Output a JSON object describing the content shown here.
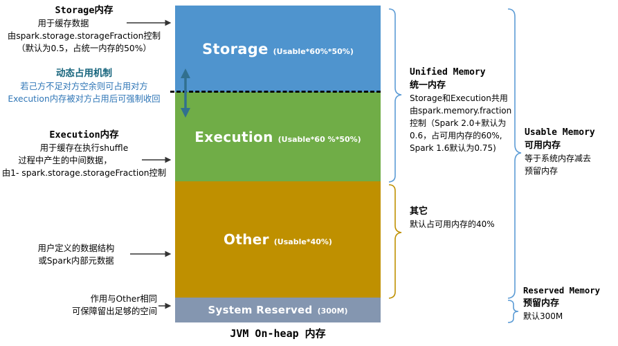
{
  "caption": "JVM On-heap 内存",
  "bar": {
    "segments": [
      {
        "label": "Storage",
        "note": "(Usable*60%*50%)",
        "color": "#4f94ce"
      },
      {
        "label": "Execution",
        "note": "(Usable*60 %*50%)",
        "color": "#70ad47"
      },
      {
        "label": "Other",
        "note": "(Usable*40%)",
        "color": "#bf9000"
      },
      {
        "label": "System Reserved",
        "note": "(300M)",
        "color": "#8496b0"
      }
    ]
  },
  "left": {
    "storage": {
      "heading": "Storage内存",
      "lines": [
        "用于缓存数据",
        "由spark.storage.storageFraction控制",
        "（默认为0.5，占统一内存的50%）"
      ]
    },
    "dynamic": {
      "heading": "动态占用机制",
      "lines": [
        "若己方不足对方空余则可占用对方",
        "Execution内存被对方占用后可强制收回"
      ]
    },
    "execution": {
      "heading": "Execution内存",
      "lines": [
        "用于缓存在执行shuffle",
        "过程中产生的中间数据，",
        "由1- spark.storage.storageFraction控制"
      ]
    },
    "other": {
      "lines": [
        "用户定义的数据结构",
        "或Spark内部元数据"
      ]
    },
    "reserved": {
      "lines": [
        "作用与Other相同",
        "可保障留出足够的空间"
      ]
    }
  },
  "right": {
    "unified": {
      "heading_en": "Unified Memory",
      "heading_zh": "统一内存",
      "lines": [
        "Storage和Execution共用",
        "由spark.memory.fraction",
        "控制（Spark 2.0+默认为",
        "0.6，占可用内存的60%,",
        "Spark 1.6默认为0.75)"
      ]
    },
    "usable": {
      "heading_en": "Usable Memory",
      "heading_zh": "可用内存",
      "lines": [
        "等于系统内存减去",
        "预留内存"
      ]
    },
    "other": {
      "heading": "其它",
      "lines": [
        "默认占可用内存的40%"
      ]
    },
    "reserved": {
      "heading_en": "Reserved Memory",
      "heading_zh": "预留内存",
      "lines": [
        "默认300M"
      ]
    }
  },
  "colors": {
    "storage": "#4f94ce",
    "execution": "#70ad47",
    "other": "#bf9000",
    "system_reserved": "#8496b0",
    "brace_blue": "#5b9bd5",
    "brace_gold": "#bf9000",
    "dynamic_arrow": "#31708f"
  }
}
